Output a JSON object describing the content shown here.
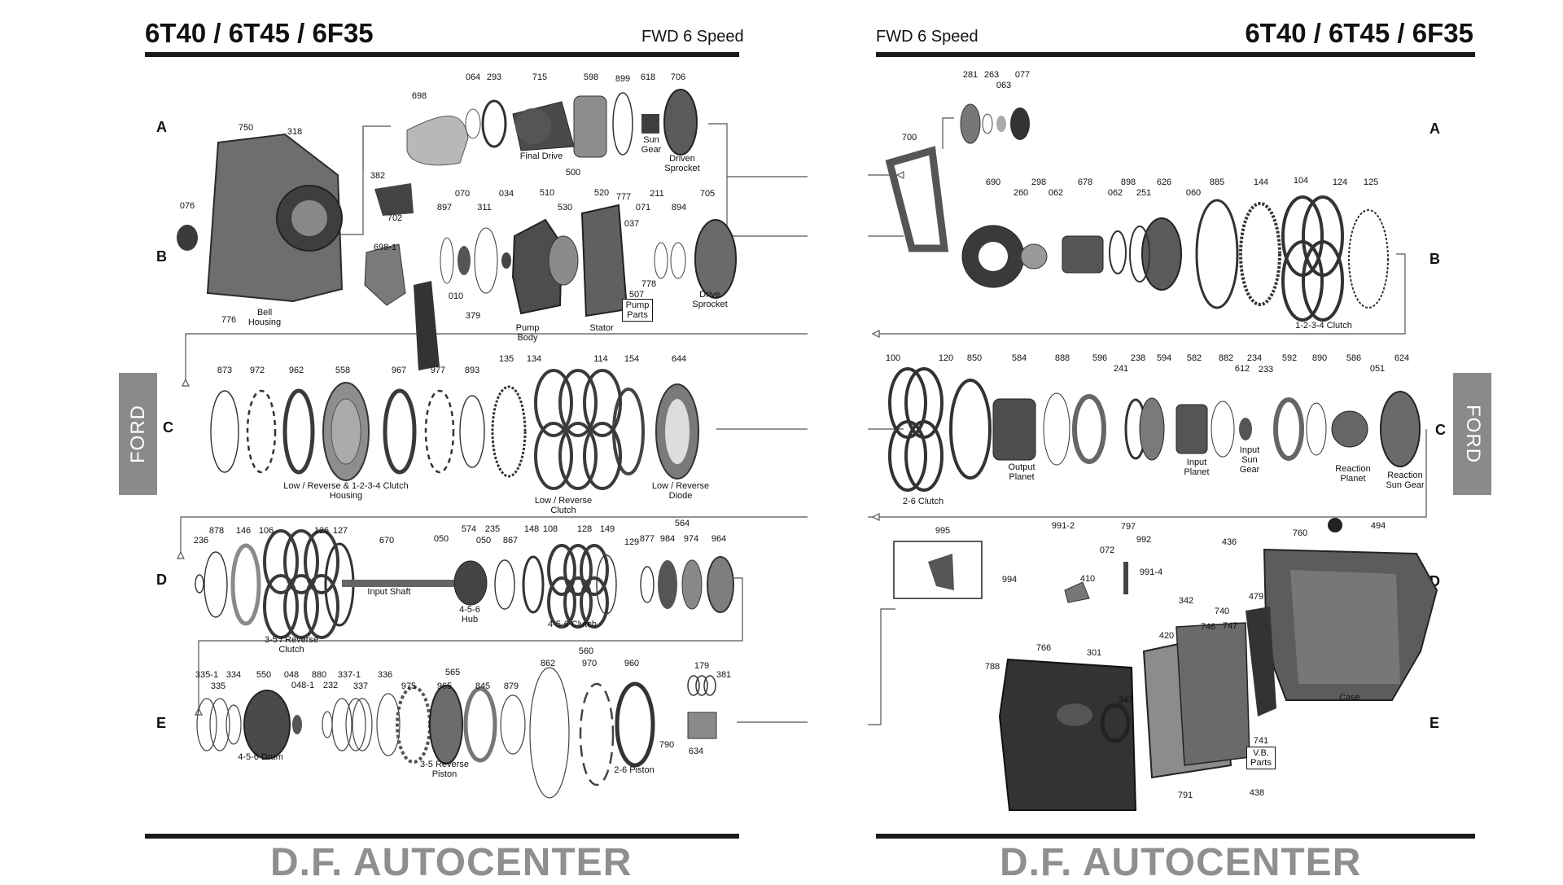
{
  "left_page": {
    "title": "6T40 / 6T45 / 6F35",
    "subtitle": "FWD 6 Speed",
    "footer": "D.F. AUTOCENTER",
    "side_tab": "FORD"
  },
  "right_page": {
    "title": "6T40 / 6T45 / 6F35",
    "subtitle": "FWD 6 Speed",
    "footer": "D.F. AUTOCENTER",
    "side_tab": "FORD"
  },
  "row_labels": [
    "A",
    "B",
    "C",
    "D",
    "E"
  ],
  "part_labels": [
    "064",
    "293",
    "715",
    "598",
    "899",
    "618",
    "706",
    "698",
    "Final Drive",
    "Sun Gear",
    "Driven Sprocket",
    "750",
    "318",
    "382",
    "076",
    "702",
    "070",
    "034",
    "510",
    "500",
    "520",
    "777",
    "211",
    "705",
    "897",
    "311",
    "530",
    "037",
    "071",
    "894",
    "698-1",
    "Bell Housing",
    "776",
    "010",
    "379",
    "778",
    "507",
    "Pump Parts",
    "Pump Body",
    "Stator",
    "Drive Sprocket",
    "873",
    "972",
    "962",
    "558",
    "967",
    "977",
    "893",
    "135",
    "134",
    "114",
    "154",
    "644",
    "Low / Reverse & 1-2-3-4 Clutch Housing",
    "Low / Reverse Clutch",
    "Low / Reverse Diode",
    "236",
    "878",
    "146",
    "106",
    "126",
    "127",
    "670",
    "050",
    "574",
    "235",
    "050",
    "867",
    "148",
    "108",
    "128",
    "149",
    "564",
    "129",
    "877",
    "984",
    "974",
    "964",
    "Input Shaft",
    "4-5-6 Hub",
    "3-5 / Reverse Clutch",
    "4-5-6 Clutch",
    "335-1",
    "335",
    "334",
    "550",
    "048",
    "048-1",
    "880",
    "232",
    "337-1",
    "337",
    "336",
    "565",
    "975",
    "965",
    "845",
    "879",
    "560",
    "862",
    "970",
    "960",
    "179",
    "381",
    "790",
    "634",
    "4-5-6 Drum",
    "3-5 Reverse Piston",
    "2-6 Piston",
    "281",
    "263",
    "063",
    "077",
    "700",
    "690",
    "260",
    "298",
    "062",
    "678",
    "062",
    "898",
    "251",
    "626",
    "060",
    "885",
    "144",
    "104",
    "124",
    "125",
    "1-2-3-4 Clutch",
    "100",
    "120",
    "850",
    "584",
    "888",
    "596",
    "241",
    "238",
    "594",
    "582",
    "882",
    "234",
    "612",
    "233",
    "592",
    "890",
    "586",
    "051",
    "624",
    "2-6 Clutch",
    "Output Planet",
    "Input Planet",
    "Input Sun Gear",
    "Reaction Planet",
    "Reaction Sun Gear",
    "995",
    "991-2",
    "797",
    "992",
    "072",
    "436",
    "760",
    "494",
    "994",
    "410",
    "991-4",
    "342",
    "479",
    "740",
    "746",
    "747",
    "420",
    "766",
    "301",
    "788",
    "347",
    "Case",
    "741",
    "V.B. Parts",
    "791",
    "438"
  ],
  "colors": {
    "rule": "#1a1a1a",
    "footer": "#8f8f8f",
    "tab": "#8a8a8a",
    "part_dark": "#3a3a3a",
    "part_mid": "#8a8a8a"
  }
}
